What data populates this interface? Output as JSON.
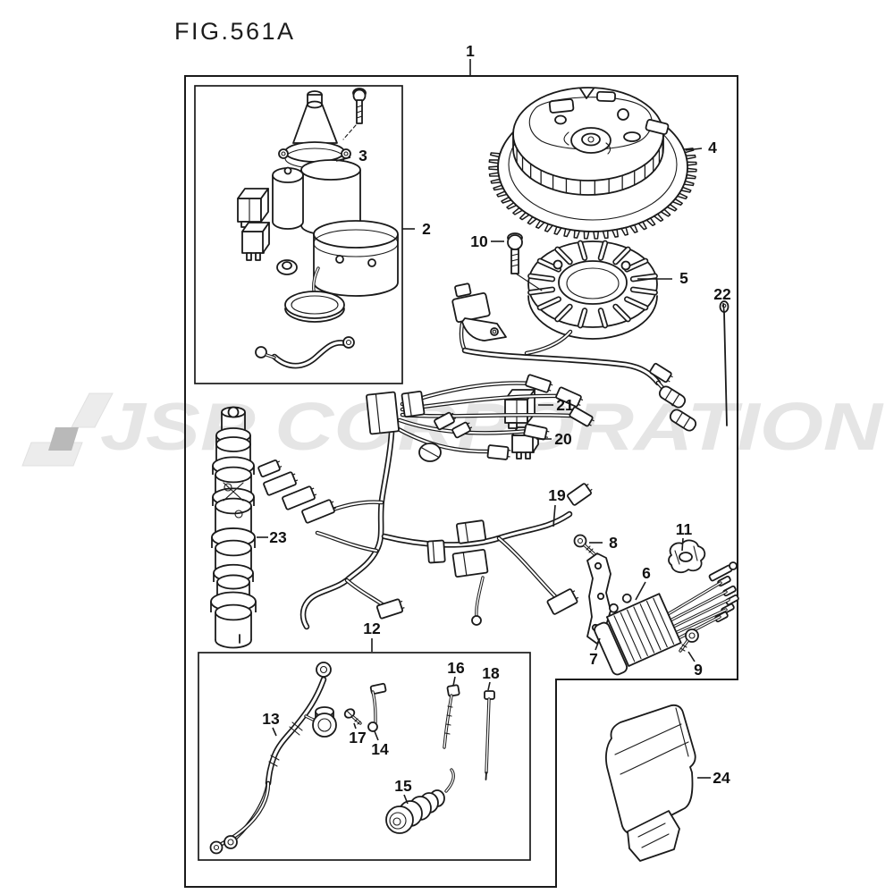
{
  "figure": {
    "title": "FIG.561A"
  },
  "watermark": {
    "text": "JSP CORPORATION"
  },
  "colors": {
    "line": "#1a1a1a",
    "label": "#111111",
    "background": "#ffffff",
    "watermark_text": "#e5e5e5",
    "watermark_logo_light": "#ececec",
    "watermark_logo_dark": "#b9b9b9"
  },
  "parts": [
    {
      "label": "1",
      "name": "main-assembly-outline"
    },
    {
      "label": "2",
      "name": "starter-motor-kit-box"
    },
    {
      "label": "3",
      "name": "starter-motor"
    },
    {
      "label": "4",
      "name": "flywheel-rotor"
    },
    {
      "label": "5",
      "name": "stator"
    },
    {
      "label": "6",
      "name": "rectifier"
    },
    {
      "label": "7",
      "name": "bracket"
    },
    {
      "label": "8",
      "name": "bolt"
    },
    {
      "label": "9",
      "name": "bolt"
    },
    {
      "label": "10",
      "name": "bolt"
    },
    {
      "label": "11",
      "name": "clamp"
    },
    {
      "label": "12",
      "name": "cable-kit-box"
    },
    {
      "label": "13",
      "name": "battery-cable"
    },
    {
      "label": "14",
      "name": "bracket-small"
    },
    {
      "label": "15",
      "name": "fuse-holder"
    },
    {
      "label": "16",
      "name": "cable-tie"
    },
    {
      "label": "17",
      "name": "screw"
    },
    {
      "label": "18",
      "name": "cable-tie-thin"
    },
    {
      "label": "19",
      "name": "wire-harness"
    },
    {
      "label": "20",
      "name": "relay-small"
    },
    {
      "label": "21",
      "name": "relay"
    },
    {
      "label": "22",
      "name": "cable-tie-long"
    },
    {
      "label": "23",
      "name": "ignition-coil-stack"
    },
    {
      "label": "24",
      "name": "cdi-unit"
    }
  ]
}
